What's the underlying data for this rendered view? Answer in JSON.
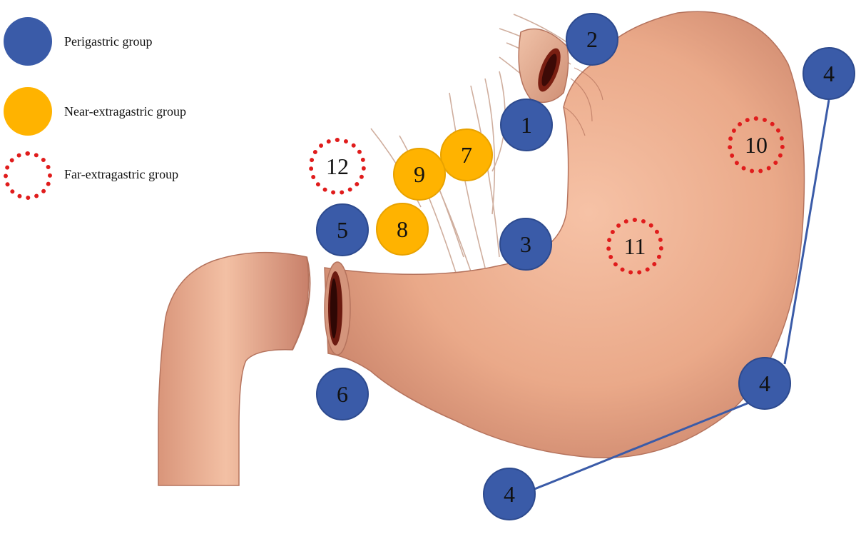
{
  "legend": [
    {
      "group": "peri",
      "label": "Perigastric group"
    },
    {
      "group": "near",
      "label": "Near-extragastric group"
    },
    {
      "group": "far",
      "label": "Far-extragastric group"
    }
  ],
  "nodes": [
    {
      "id": "1",
      "group": "peri"
    },
    {
      "id": "2",
      "group": "peri"
    },
    {
      "id": "3",
      "group": "peri"
    },
    {
      "id": "4",
      "group": "peri"
    },
    {
      "id": "4",
      "group": "peri"
    },
    {
      "id": "4",
      "group": "peri"
    },
    {
      "id": "5",
      "group": "peri"
    },
    {
      "id": "6",
      "group": "peri"
    },
    {
      "id": "7",
      "group": "near"
    },
    {
      "id": "8",
      "group": "near"
    },
    {
      "id": "9",
      "group": "near"
    },
    {
      "id": "10",
      "group": "far"
    },
    {
      "id": "11",
      "group": "far"
    },
    {
      "id": "12",
      "group": "far"
    }
  ],
  "colors": {
    "perigastric": "#3a5ba8",
    "near_extragastric": "#ffb300",
    "far_extragastric": "#e01c1c",
    "stomach": "#eaa989",
    "connector": "#3a5ba8"
  }
}
